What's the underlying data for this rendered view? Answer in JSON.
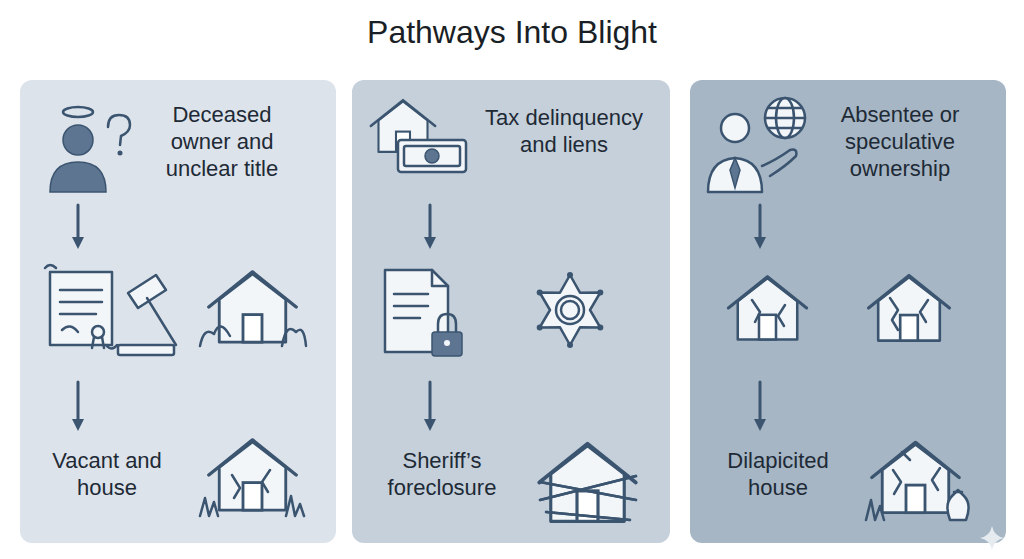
{
  "diagram": {
    "title": "Pathways Into Blight",
    "nodes": [
      {
        "text": [
          "Deceased owner and unclear title",
          "Vacant and house"
        ]
      },
      {
        "text": [
          "Tax delinquency and liens",
          "Sheriff’s foreclosure"
        ]
      },
      {
        "text": [
          "Absentee or speculative ownership",
          "Dilapicited house"
        ]
      }
    ]
  }
}
